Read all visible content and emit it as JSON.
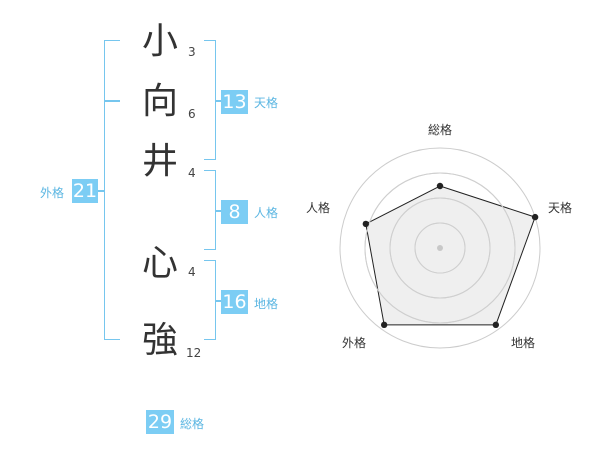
{
  "name_chars": [
    {
      "char": "小",
      "strokes": "3"
    },
    {
      "char": "向",
      "strokes": "6"
    },
    {
      "char": "井",
      "strokes": "4"
    },
    {
      "char": "心",
      "strokes": "4"
    },
    {
      "char": "強",
      "strokes": "12"
    }
  ],
  "kakusu": {
    "tenkaku": {
      "value": "13",
      "label": "天格"
    },
    "jinkaku": {
      "value": "8",
      "label": "人格"
    },
    "chikaku": {
      "value": "16",
      "label": "地格"
    },
    "gaikaku": {
      "value": "21",
      "label": "外格"
    },
    "soukaku": {
      "value": "29",
      "label": "総格"
    }
  },
  "colors": {
    "accent": "#7ccdf4",
    "line": "#76c6ee",
    "label": "#5bb6e2"
  },
  "chart_data": {
    "type": "radar",
    "axes": [
      "総格",
      "天格",
      "地格",
      "外格",
      "人格"
    ],
    "values": [
      0.62,
      1.0,
      0.95,
      0.95,
      0.78
    ],
    "rings": 4,
    "grid": true
  }
}
